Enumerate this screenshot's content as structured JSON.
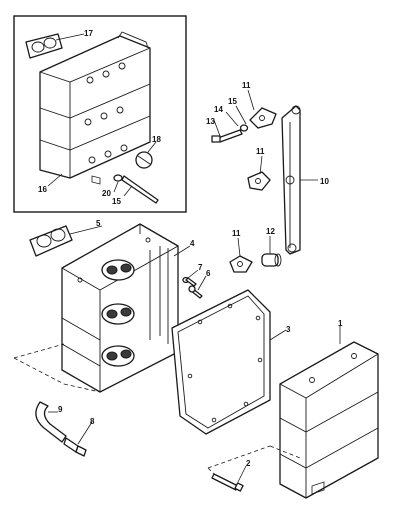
{
  "callouts": {
    "c1": "1",
    "c2": "2",
    "c3": "3",
    "c4": "4",
    "c5": "5",
    "c6": "6",
    "c7": "7",
    "c8": "8",
    "c9": "9",
    "c10": "10",
    "c11a": "11",
    "c11b": "11",
    "c11c": "11",
    "c12": "12",
    "c13": "13",
    "c14": "14",
    "c15a": "15",
    "c15b": "15",
    "c16": "16",
    "c17": "17",
    "c18": "18",
    "c20": "20"
  }
}
